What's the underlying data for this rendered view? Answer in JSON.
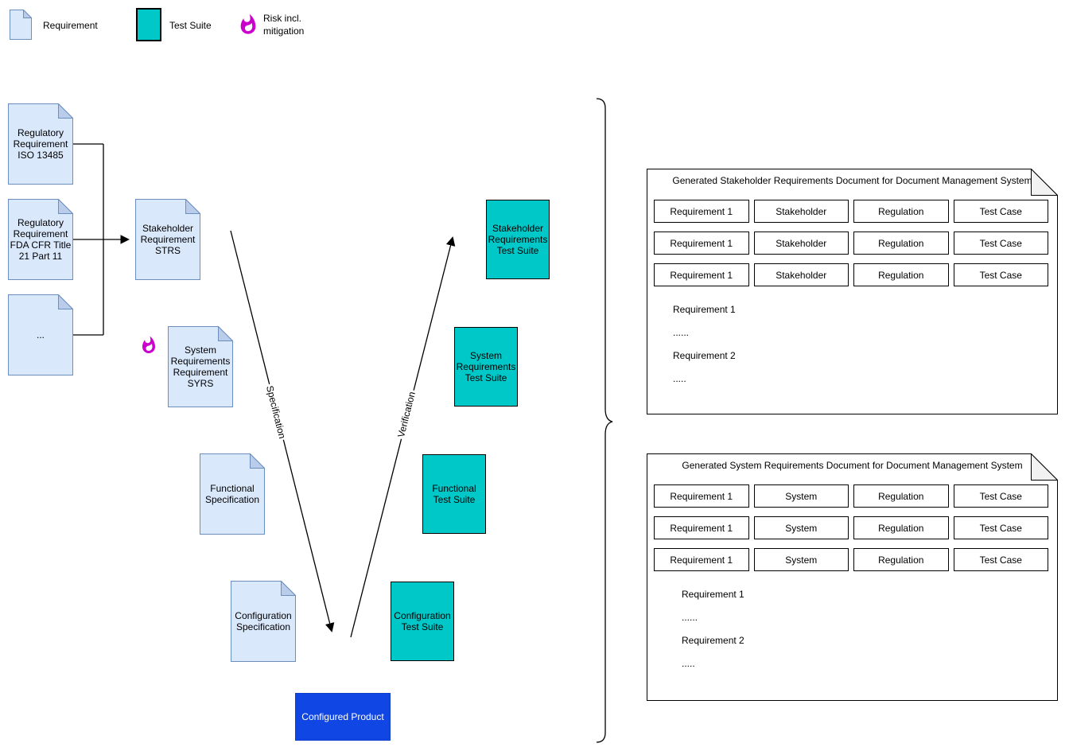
{
  "colors": {
    "requirement_fill": "#dae8fc",
    "requirement_stroke": "#6c8ebf",
    "requirement_fold": "#b9cdeb",
    "test_suite_fill": "#00c8c8",
    "risk_flame": "#cc00cc",
    "product_fill": "#1046e4",
    "panel_fold": "#f2f2f2"
  },
  "legend": {
    "requirement_label": "Requirement",
    "test_suite_label": "Test Suite",
    "risk_label": "Risk incl.\nmitigation"
  },
  "v_model": {
    "documents": {
      "reg_iso": "Regulatory\nRequirement\nISO 13485",
      "reg_fda": "Regulatory\nRequirement\nFDA CFR Title\n21 Part 11",
      "reg_more": "...",
      "strs": "Stakeholder\nRequirement\nSTRS",
      "syrs": "System\nRequirements\nRequirement\nSYRS",
      "functional_spec": "Functional\nSpecification",
      "configuration_spec": "Configuration\nSpecification"
    },
    "test_suites": {
      "stakeholder": "Stakeholder\nRequirements\nTest Suite",
      "system": "System\nRequirements\nTest Suite",
      "functional": "Functional\nTest Suite",
      "configuration": "Configuration\nTest Suite"
    },
    "product_label": "Configured Product",
    "edge_labels": {
      "specification": "Specification",
      "verification": "Verification"
    }
  },
  "panels": [
    {
      "title": "Generated Stakeholder Requirements Document for Document Management System",
      "table_rows": [
        [
          "Requirement 1",
          "Stakeholder",
          "Regulation",
          "Test Case"
        ],
        [
          "Requirement 1",
          "Stakeholder",
          "Regulation",
          "Test Case"
        ],
        [
          "Requirement 1",
          "Stakeholder",
          "Regulation",
          "Test Case"
        ]
      ],
      "body_lines": [
        "Requirement 1",
        "......",
        "Requirement 2",
        "....."
      ]
    },
    {
      "title": "Generated System Requirements Document for Document Management System",
      "table_rows": [
        [
          "Requirement 1",
          "System",
          "Regulation",
          "Test Case"
        ],
        [
          "Requirement 1",
          "System",
          "Regulation",
          "Test Case"
        ],
        [
          "Requirement 1",
          "System",
          "Regulation",
          "Test Case"
        ]
      ],
      "body_lines": [
        "Requirement 1",
        "......",
        "Requirement 2",
        "....."
      ]
    }
  ]
}
